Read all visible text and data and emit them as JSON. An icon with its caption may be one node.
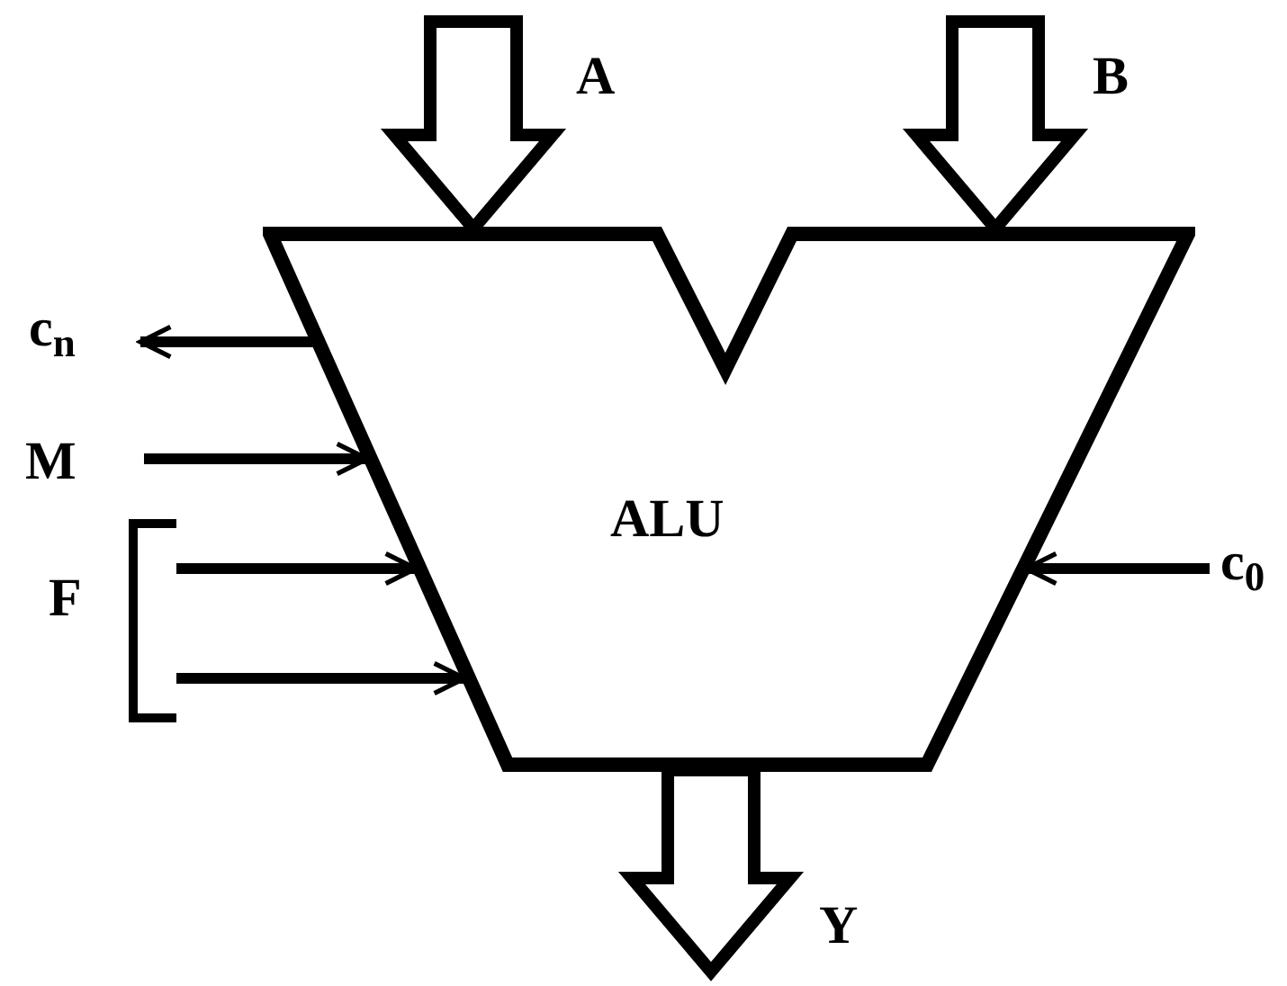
{
  "diagram": {
    "nodes": [
      {
        "text": [
          "A"
        ]
      },
      {
        "text": [
          "B"
        ]
      },
      {
        "text": [
          "c$_{n}$"
        ]
      },
      {
        "text": [
          "M"
        ]
      },
      {
        "text": [
          "ALU"
        ]
      },
      {
        "text": [
          "F"
        ]
      },
      {
        "text": [
          "c$_{0}$"
        ]
      },
      {
        "text": [
          "Y"
        ]
      }
    ],
    "edges": [
      {
        "from": 0,
        "to": 4,
        "arrow": "to",
        "style": "thick"
      },
      {
        "from": 1,
        "to": 4,
        "arrow": "to",
        "style": "thick"
      },
      {
        "from": 4,
        "to": 2,
        "arrow": "to"
      },
      {
        "from": 3,
        "to": 4,
        "arrow": "to"
      },
      {
        "from": 5,
        "to": 4,
        "arrow": "to"
      },
      {
        "from": 5,
        "to": 4,
        "arrow": "to"
      },
      {
        "from": 6,
        "to": 4,
        "arrow": "to"
      },
      {
        "from": 4,
        "to": 7,
        "arrow": "to",
        "style": "thick"
      }
    ]
  }
}
